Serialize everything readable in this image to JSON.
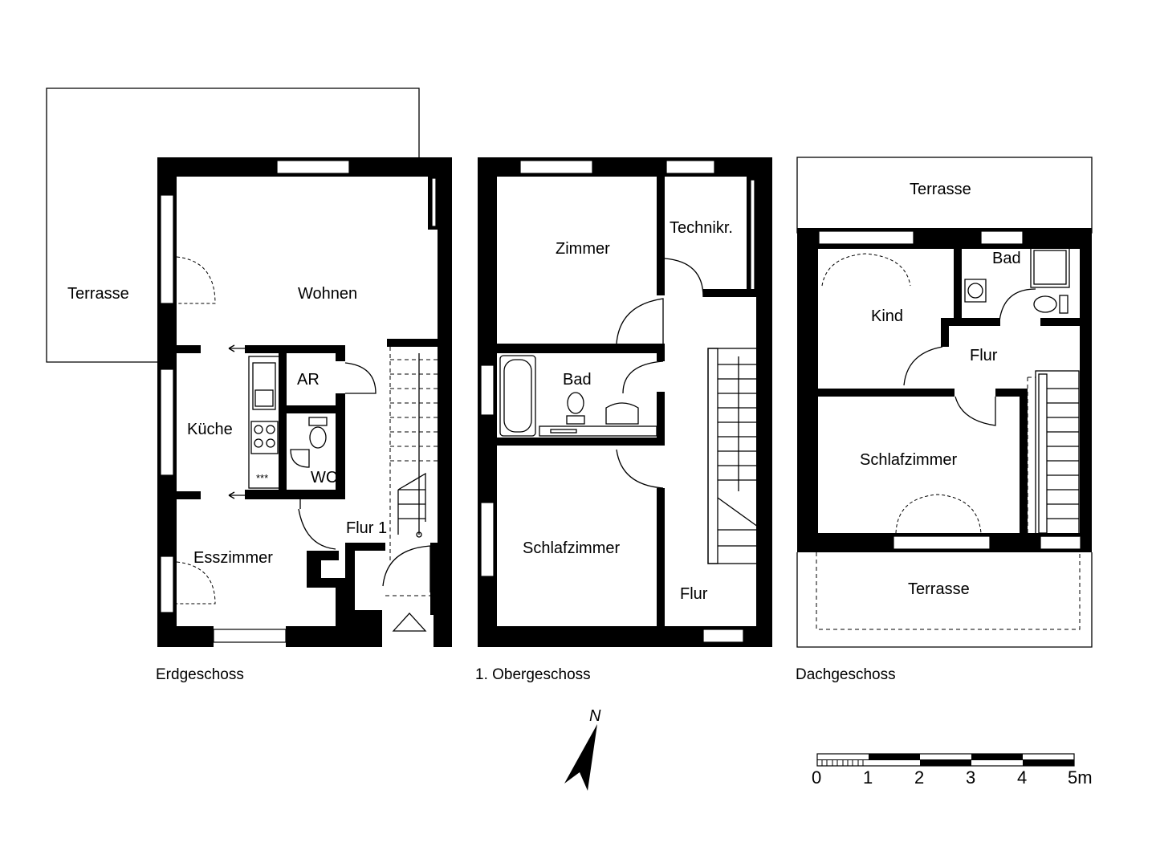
{
  "floors": {
    "ground": {
      "caption": "Erdgeschoss",
      "rooms": {
        "terrasse": "Terrasse",
        "wohnen": "Wohnen",
        "kueche": "Küche",
        "ar": "AR",
        "wc": "WC",
        "flur": "Flur 1",
        "esszimmer": "Esszimmer"
      },
      "stove_mark": "***"
    },
    "first": {
      "caption": "1. Obergeschoss",
      "rooms": {
        "zimmer": "Zimmer",
        "technik": "Technikr.",
        "bad": "Bad",
        "schlafzimmer": "Schlafzimmer",
        "flur": "Flur"
      }
    },
    "attic": {
      "caption": "Dachgeschoss",
      "rooms": {
        "terrasse_north": "Terrasse",
        "bad": "Bad",
        "kind": "Kind",
        "flur": "Flur",
        "schlafzimmer": "Schlafzimmer",
        "terrasse_south": "Terrasse"
      }
    }
  },
  "north_arrow": {
    "label": "N"
  },
  "scale_bar": {
    "ticks": [
      "0",
      "1",
      "2",
      "3",
      "4",
      "5m"
    ]
  }
}
